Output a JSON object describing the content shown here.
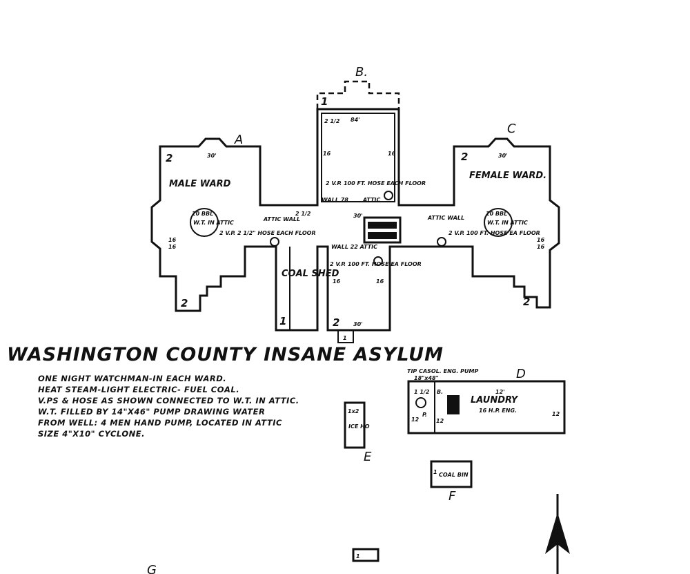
{
  "title": "WASHINGTON COUNTY INSANE ASYLUM",
  "notes": [
    "ONE NIGHT WATCHMAN-IN EACH WARD.",
    "HEAT STEAM-LIGHT ELECTRIC- FUEL COAL.",
    "V.PS & HOSE AS SHOWN CONNECTED TO W.T. IN ATTIC.",
    "W.T. FILLED BY 14\"X46\" PUMP DRAWING WATER",
    "FROM WELL: 4 MEN HAND PUMP, LOCATED IN ATTIC",
    "SIZE 4\"X10\" CYCLONE."
  ],
  "buildings": {
    "a": {
      "letter": "A",
      "name": "MALE WARD",
      "stories": "2",
      "height": "30'",
      "wall": "16",
      "wall2": "16",
      "tank": "W.T. IN ATTIC",
      "tank_top": "10 BBL",
      "hose": "2 V.P. 2 1/2\" HOSE EACH FLOOR",
      "wing_stories": "2"
    },
    "b": {
      "letter": "B.",
      "stories": "2 1/2",
      "height": "84'",
      "wall": "16",
      "wall2": "16",
      "hose": "2 V.P. 100 FT. HOSE EACH FLOOR",
      "note1": "WALL 78",
      "note2": "ATTIC",
      "ext": "1"
    },
    "c": {
      "letter": "C",
      "name": "FEMALE WARD.",
      "stories": "2",
      "height": "30'",
      "wall": "16",
      "wall2": "16",
      "tank": "W.T. IN ATTIC",
      "tank_top": "10 BBL",
      "hose": "2 V.P. 100 FT. HOSE EA FLOOR",
      "wing_stories": "2"
    },
    "center": {
      "stories": "2 1/2",
      "height": "30'",
      "attic_l": "ATTIC WALL",
      "attic_r": "ATTIC WALL",
      "wall_note": "WALL 22 ATTIC",
      "hose": "2 V.P. 100 FT. HOSE EA FLOOR",
      "wall": "16",
      "wall2": "16",
      "stories_s": "2",
      "height_s": "30'",
      "porch": "1"
    },
    "coal_shed": {
      "name": "COAL SHED",
      "stories": "1"
    },
    "d": {
      "letter": "D",
      "name": "LAUNDRY",
      "sub": "16 H.P. ENG.",
      "pump_note": "TIP CASOL. ENG. PUMP",
      "pump_size": "18\"x48\"",
      "stories": "1 1/2",
      "b": "B.",
      "p": "P.",
      "height": "12'",
      "h2": "12",
      "h3": "12",
      "h4": "12"
    },
    "e": {
      "letter": "E",
      "size": "1x2",
      "name": "ICE HO"
    },
    "f": {
      "letter": "F",
      "stories": "1",
      "name": "COAL BIN"
    },
    "g": {
      "letter": "G"
    },
    "small": {
      "stories": "1"
    }
  },
  "north_arrow": "north-arrow-icon"
}
